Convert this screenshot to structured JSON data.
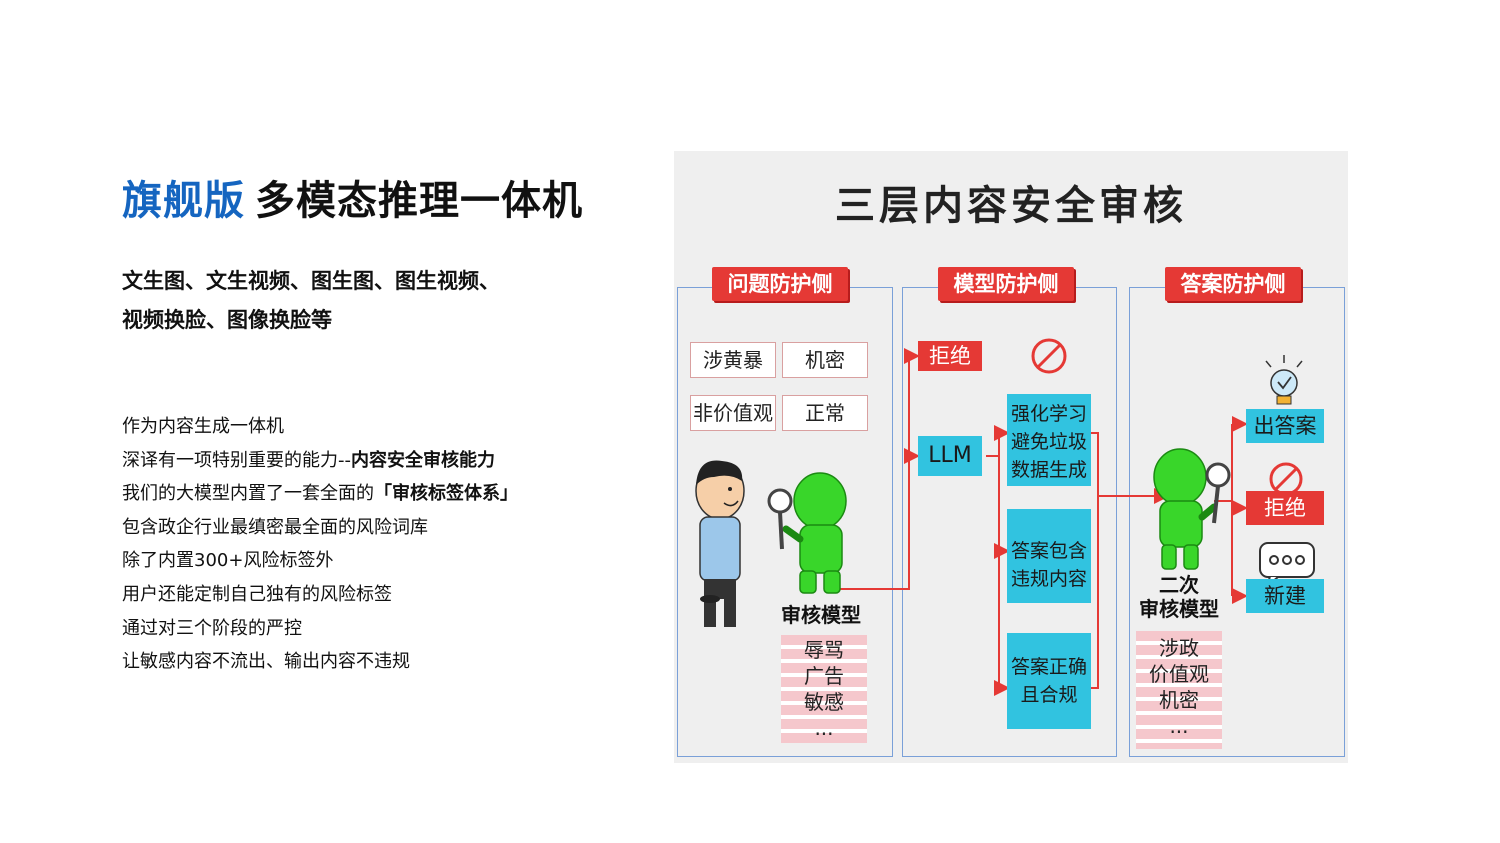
{
  "header": {
    "title_highlight": "旗舰版",
    "title_rest": "多模态推理一体机"
  },
  "subtitle": {
    "line1": "文生图、文生视频、图生图、图生视频、",
    "line2": "视频换脸、图像换脸等"
  },
  "body": {
    "l1": "作为内容生成一体机",
    "l2_a": "深译有一项特别重要的能力--",
    "l2_b": "内容安全审核能力",
    "l3_a": "我们的大模型内置了一套全面的",
    "l3_b": "「审核标签体系」",
    "l4": "包含政企行业最缜密最全面的风险词库",
    "l5": "除了内置300+风险标签外",
    "l6": "用户还能定制自己独有的风险标签",
    "l7": "通过对三个阶段的严控",
    "l8": "让敏感内容不流出、输出内容不违规"
  },
  "diagram": {
    "title": "三层内容安全审核",
    "panel1": {
      "header": "问题防护侧",
      "tags": [
        "涉黄暴",
        "机密",
        "非价值观",
        "正常"
      ],
      "caption": "审核模型",
      "list": [
        "辱骂",
        "广告",
        "敏感",
        "..."
      ]
    },
    "panel2": {
      "header": "模型防护侧",
      "reject": "拒绝",
      "llm": "LLM",
      "box1": [
        "强化学习",
        "避免垃圾",
        "数据生成"
      ],
      "box2": [
        "答案包含",
        "违规内容"
      ],
      "box3": [
        "答案正确",
        "且合规"
      ]
    },
    "panel3": {
      "header": "答案防护侧",
      "caption1": "二次",
      "caption2": "审核模型",
      "list": [
        "涉政",
        "价值观",
        "机密",
        "..."
      ],
      "out1": "出答案",
      "out2": "拒绝",
      "out3": "新建"
    },
    "colors": {
      "red": "#e53935",
      "cyan": "#31c3e0",
      "green": "#39d62a",
      "panel_border": "#7aa0d8"
    }
  }
}
